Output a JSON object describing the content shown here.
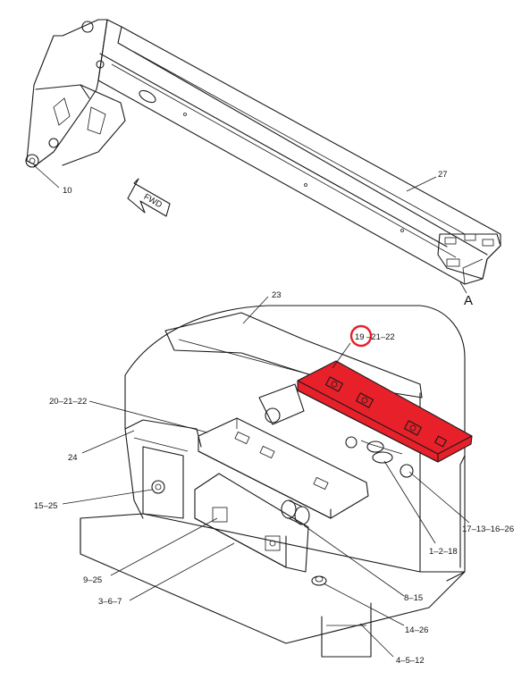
{
  "colors": {
    "highlight": "#e8202a",
    "line": "#1a1a1a",
    "background": "#ffffff"
  },
  "labels": {
    "p10": "10",
    "p27": "27",
    "fwd": "FWD",
    "view_a": "A",
    "p23": "23",
    "p19": "19",
    "p21_22": "–21–22",
    "p20_21_22": "20–21–22",
    "p24": "24",
    "p15_25": "15–25",
    "p9_25": "9–25",
    "p3_6_7": "3–6–7",
    "p17_13_16_26": "17–13–16–26",
    "p1_2_18": "1–2–18",
    "p8_15": "8–15",
    "p14_26": "14–26",
    "p4_5_12": "4–5–12"
  },
  "highlighted_part": "19"
}
